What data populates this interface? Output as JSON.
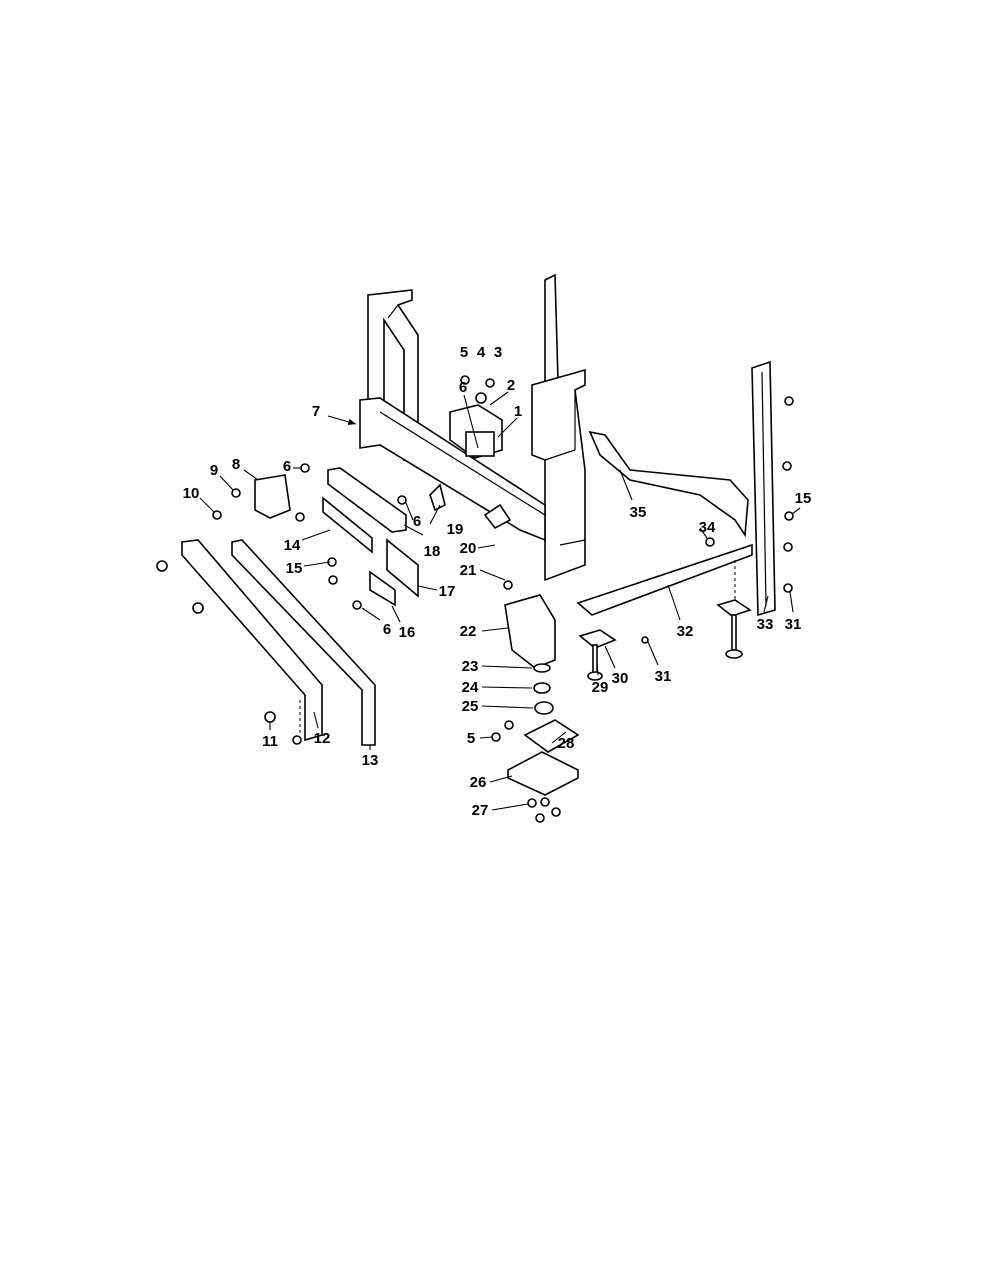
{
  "diagram": {
    "type": "exploded parts diagram",
    "callouts": [
      "1",
      "2",
      "3",
      "4",
      "5",
      "6",
      "7",
      "8",
      "9",
      "10",
      "11",
      "12",
      "13",
      "14",
      "15",
      "16",
      "17",
      "18",
      "19",
      "20",
      "21",
      "22",
      "23",
      "24",
      "25",
      "26",
      "27",
      "28",
      "29",
      "30",
      "31",
      "32",
      "33",
      "34",
      "35"
    ],
    "repeated": {
      "six": "6",
      "five": "5",
      "fifteen": "15",
      "thirtyone": "31"
    }
  }
}
